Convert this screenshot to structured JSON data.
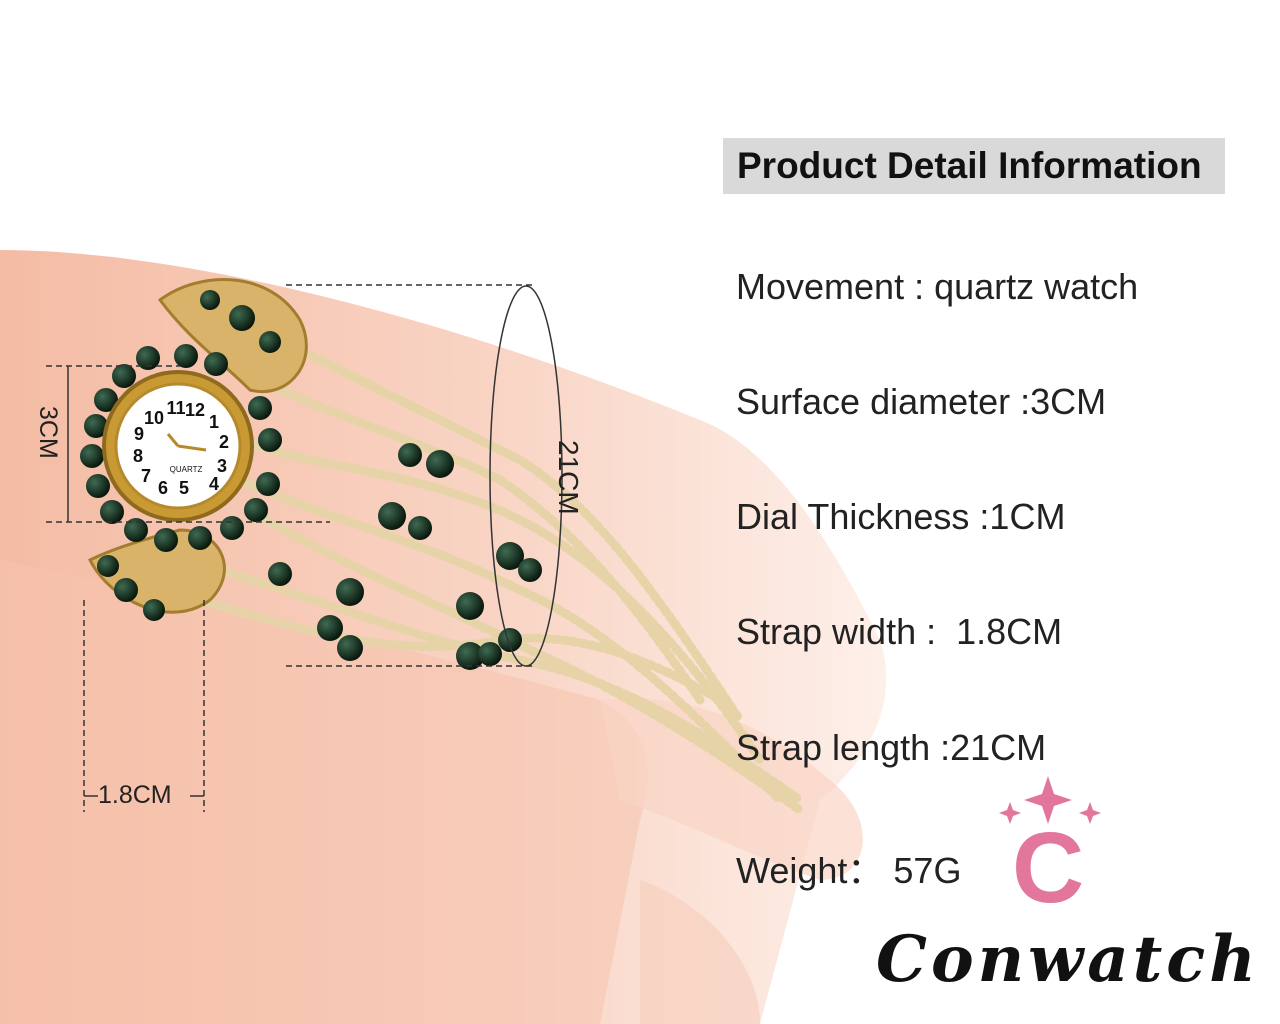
{
  "header": {
    "title": "Product Detail Information"
  },
  "specs": {
    "movement": "Movement : quartz watch",
    "surface_diameter": "Surface diameter :3CM",
    "dial_thickness": "Dial Thickness :1CM",
    "strap_width": "Strap width :  1.8CM",
    "strap_length": "Strap length :21CM",
    "weight": "Weight： 57G"
  },
  "dimensions": {
    "dial": "3CM",
    "length": "21CM",
    "width": "1.8CM"
  },
  "watch_dial": {
    "brand": "QUARTZ",
    "numerals": [
      "12",
      "1",
      "2",
      "3",
      "4",
      "5",
      "6",
      "7",
      "8",
      "9",
      "10",
      "11"
    ]
  },
  "logo": {
    "letter": "C",
    "brand": "Conwatch"
  },
  "colors": {
    "skin": "#f6c4b0",
    "gold": "#c9a042",
    "gem": "#0f2a1b",
    "logo_pink": "#e2769c",
    "header_bg": "#d9d9d9"
  }
}
